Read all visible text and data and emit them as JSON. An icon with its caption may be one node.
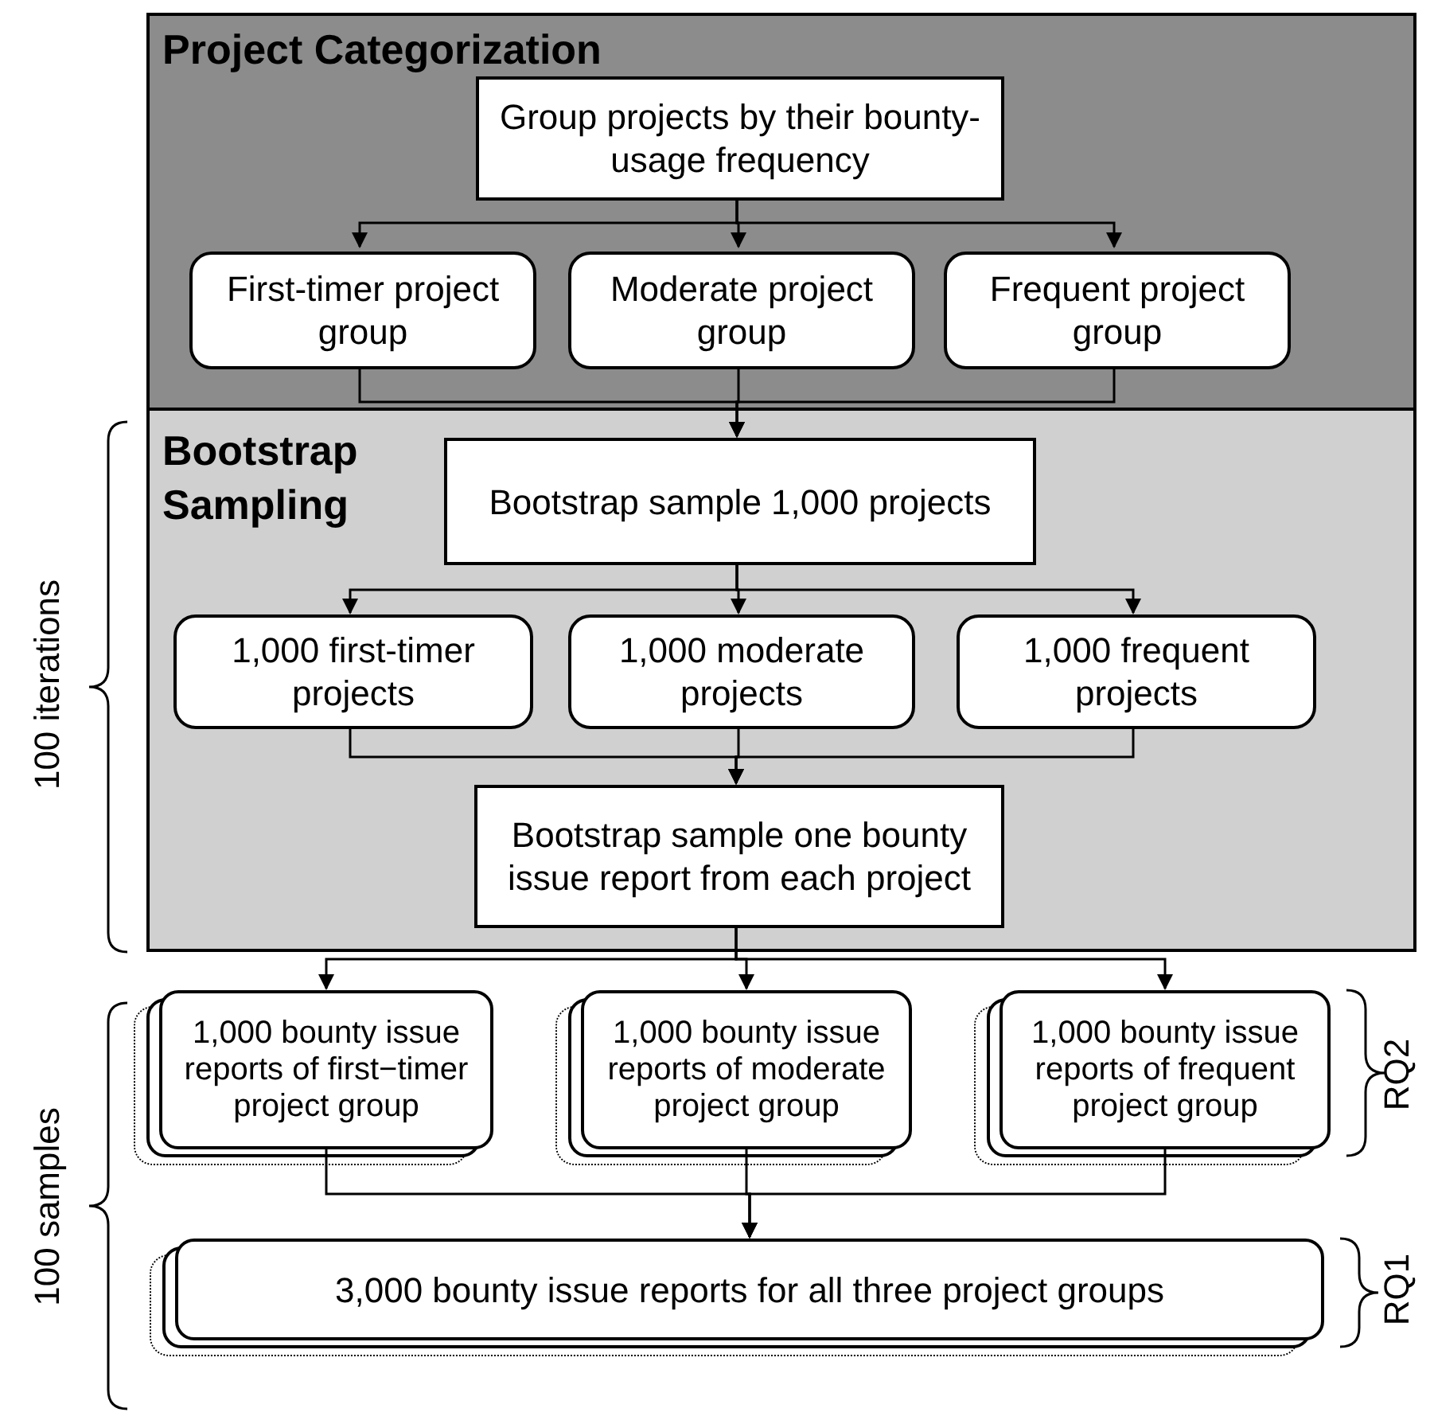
{
  "diagram": {
    "nodes": [
      {
        "text": [
          "Project Categorization"
        ]
      },
      {
        "text": [
          "Group projects by their bounty-usage frequency"
        ],
        "in": 0
      },
      {
        "text": [
          "First-timer project group"
        ],
        "in": 0
      },
      {
        "text": [
          "Moderate project group"
        ],
        "in": 0
      },
      {
        "text": [
          "Frequent project group"
        ],
        "in": 0
      },
      {
        "text": [
          "Bootstrap Sampling"
        ]
      },
      {
        "text": [
          "Bootstrap sample 1,000 projects"
        ],
        "in": 5
      },
      {
        "text": [
          "1,000 first-timer projects"
        ],
        "in": 5
      },
      {
        "text": [
          "1,000 moderate projects"
        ],
        "in": 5
      },
      {
        "text": [
          "1,000 frequent projects"
        ],
        "in": 5
      },
      {
        "text": [
          "Bootstrap sample one bounty issue report from each project"
        ],
        "in": 5
      },
      {
        "text": [
          "1,000 bounty issue reports of first−timer project group"
        ]
      },
      {
        "text": [
          "1,000 bounty issue reports of moderate project group"
        ]
      },
      {
        "text": [
          "1,000 bounty issue reports of frequent project group"
        ]
      },
      {
        "text": [
          "3,000 bounty issue reports for all three project groups"
        ]
      }
    ],
    "edges": [
      {
        "from": 1,
        "to": 2,
        "arrow": "to"
      },
      {
        "from": 1,
        "to": 3,
        "arrow": "to"
      },
      {
        "from": 1,
        "to": 4,
        "arrow": "to"
      },
      {
        "from": 2,
        "to": 6,
        "arrow": "to"
      },
      {
        "from": 3,
        "to": 6,
        "arrow": "to"
      },
      {
        "from": 4,
        "to": 6,
        "arrow": "to"
      },
      {
        "from": 6,
        "to": 7,
        "arrow": "to"
      },
      {
        "from": 6,
        "to": 8,
        "arrow": "to"
      },
      {
        "from": 6,
        "to": 9,
        "arrow": "to"
      },
      {
        "from": 7,
        "to": 10,
        "arrow": "to"
      },
      {
        "from": 8,
        "to": 10,
        "arrow": "to"
      },
      {
        "from": 9,
        "to": 10,
        "arrow": "to"
      },
      {
        "from": 10,
        "to": 11,
        "arrow": "to"
      },
      {
        "from": 10,
        "to": 12,
        "arrow": "to"
      },
      {
        "from": 10,
        "to": 13,
        "arrow": "to"
      },
      {
        "from": 11,
        "to": 14,
        "arrow": "to"
      },
      {
        "from": 12,
        "to": 14,
        "arrow": "to"
      },
      {
        "from": 13,
        "to": 14,
        "arrow": "to"
      }
    ],
    "labels": [
      "100 iterations",
      "100 samples",
      "RQ2",
      "RQ1"
    ]
  }
}
